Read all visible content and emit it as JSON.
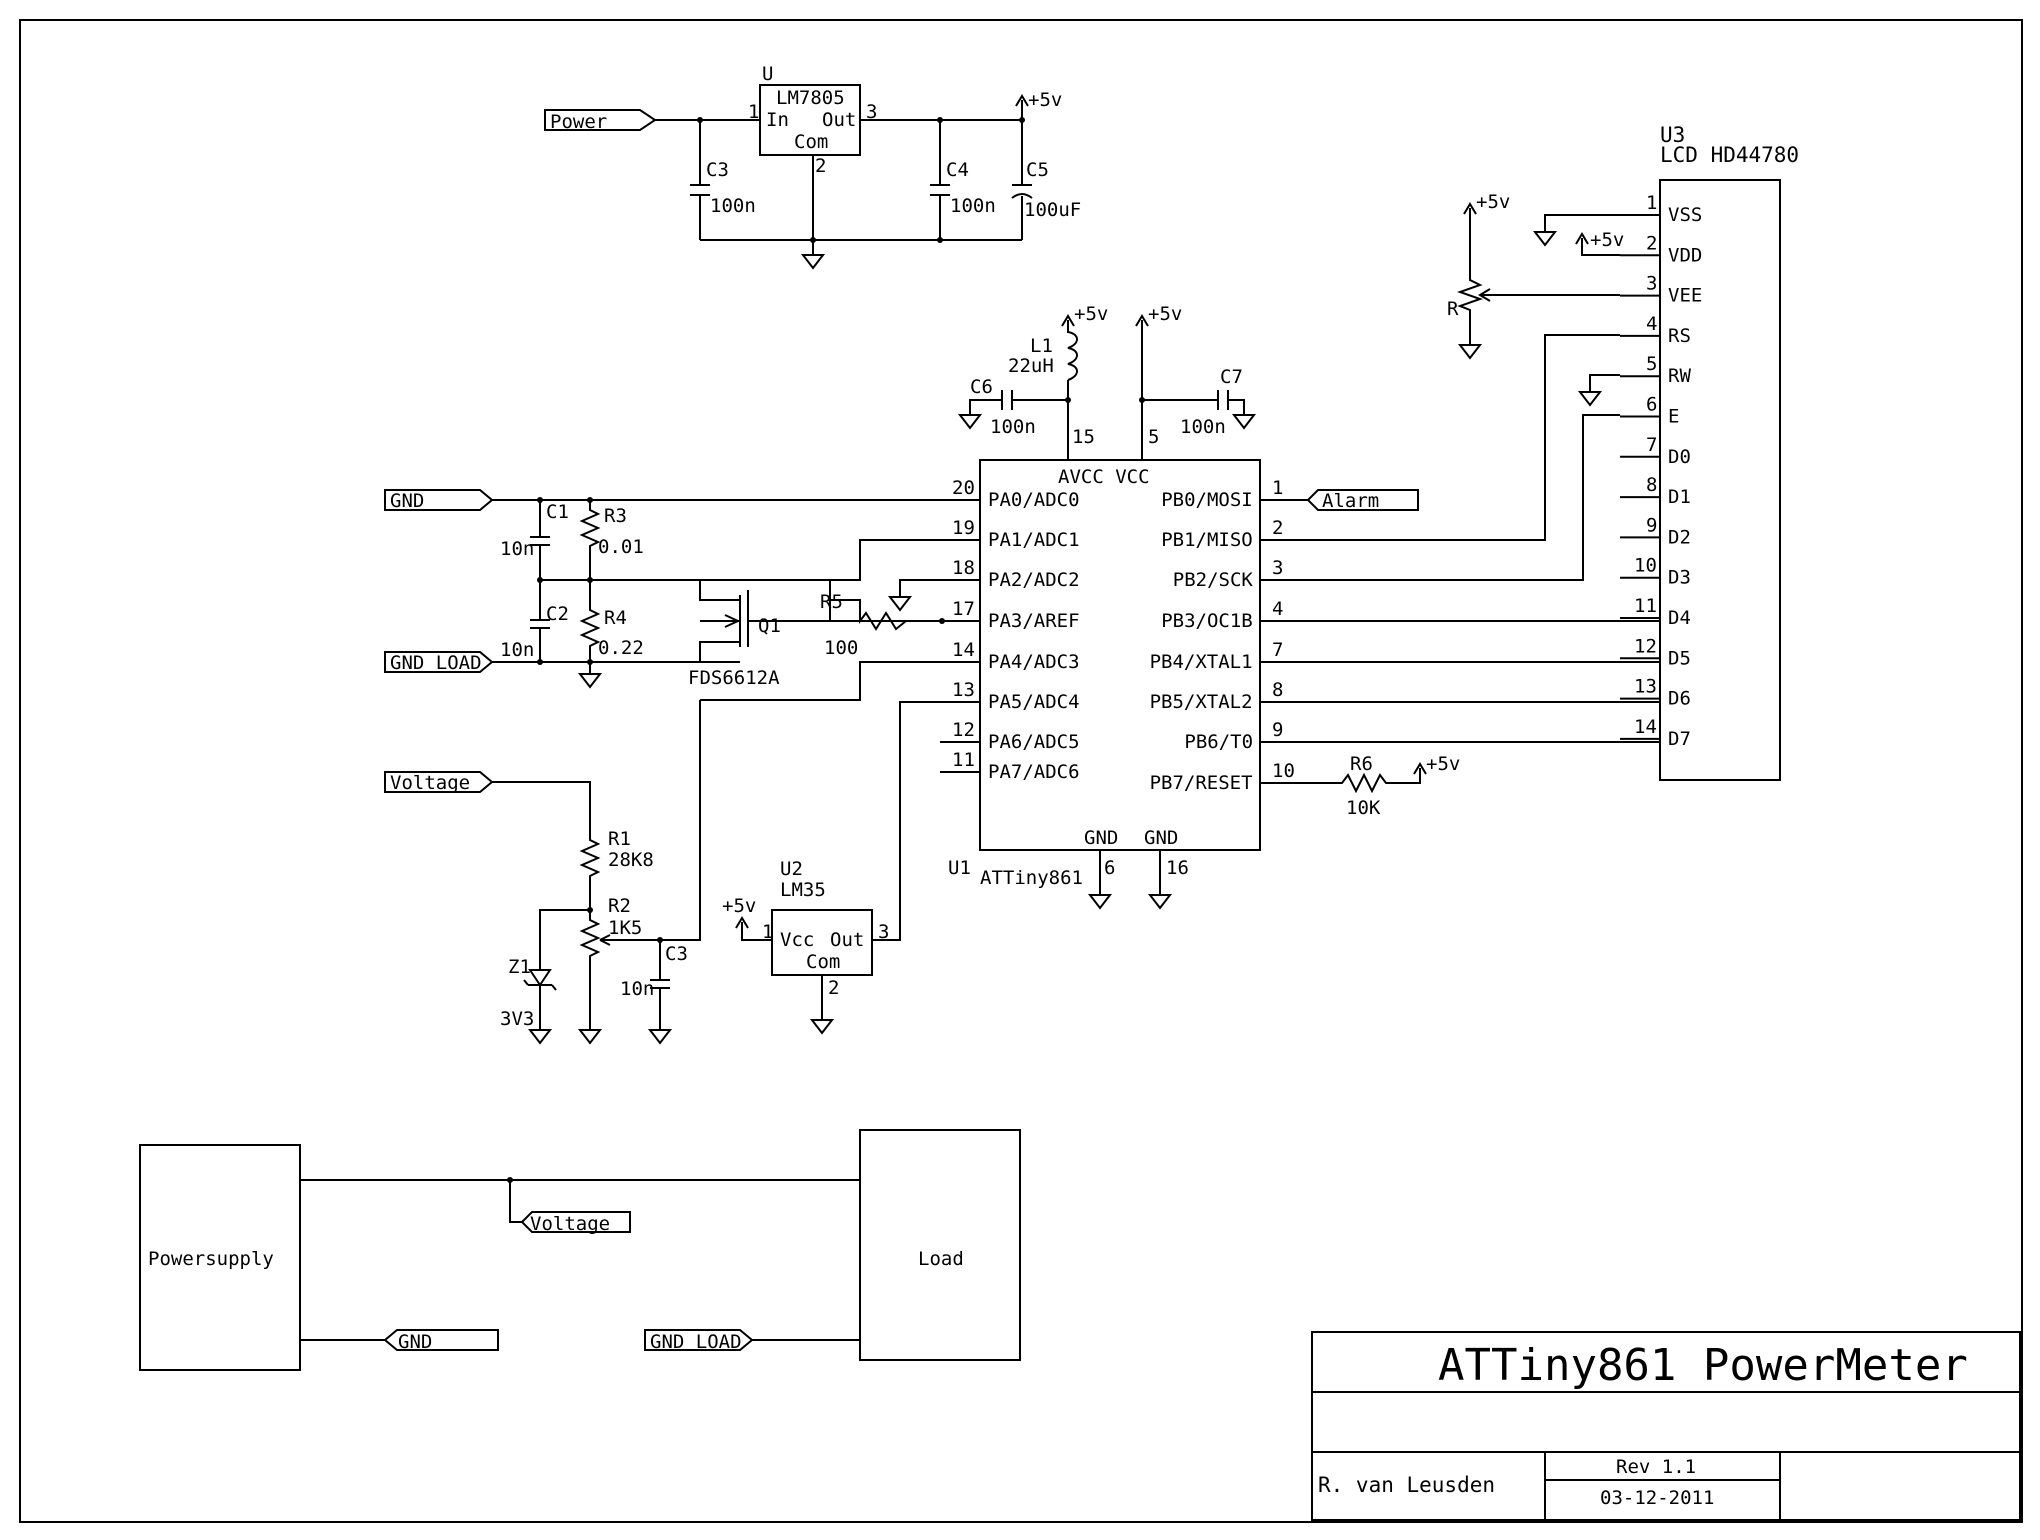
{
  "regulator": {
    "ref": "U",
    "part": "LM7805",
    "pin_in": "In",
    "pin_out": "Out",
    "pin_com": "Com",
    "p1": "1",
    "p2": "2",
    "p3": "3"
  },
  "power_label": "Power",
  "plus5": "+5v",
  "caps": {
    "C3a": {
      "ref": "C3",
      "val": "100n"
    },
    "C4": {
      "ref": "C4",
      "val": "100n"
    },
    "C5": {
      "ref": "C5",
      "val": "100uF"
    },
    "C6": {
      "ref": "C6",
      "val": "100n"
    },
    "C7": {
      "ref": "C7",
      "val": "100n"
    },
    "C1": {
      "ref": "C1",
      "val": "10n"
    },
    "C2": {
      "ref": "C2",
      "val": "10n"
    },
    "C3b": {
      "ref": "C3",
      "val": "10n"
    }
  },
  "L1": {
    "ref": "L1",
    "val": "22uH"
  },
  "mcu": {
    "ref": "U1",
    "part": "ATTiny861",
    "top_label": "AVCC VCC",
    "left_pins": [
      {
        "num": "20",
        "name": "PA0/ADC0"
      },
      {
        "num": "19",
        "name": "PA1/ADC1"
      },
      {
        "num": "18",
        "name": "PA2/ADC2"
      },
      {
        "num": "17",
        "name": "PA3/AREF"
      },
      {
        "num": "14",
        "name": "PA4/ADC3"
      },
      {
        "num": "13",
        "name": "PA5/ADC4"
      },
      {
        "num": "12",
        "name": "PA6/ADC5"
      },
      {
        "num": "11",
        "name": "PA7/ADC6"
      }
    ],
    "right_pins": [
      {
        "num": "1",
        "name": "PB0/MOSI"
      },
      {
        "num": "2",
        "name": "PB1/MISO"
      },
      {
        "num": "3",
        "name": "PB2/SCK"
      },
      {
        "num": "4",
        "name": "PB3/OC1B"
      },
      {
        "num": "7",
        "name": "PB4/XTAL1"
      },
      {
        "num": "8",
        "name": "PB5/XTAL2"
      },
      {
        "num": "9",
        "name": "PB6/T0"
      },
      {
        "num": "10",
        "name": "PB7/RESET"
      }
    ],
    "pin15": "15",
    "pin5": "5",
    "gnd1": "GND",
    "gnd2": "GND",
    "pin6": "6",
    "pin16": "16"
  },
  "lcd": {
    "ref": "U3",
    "part": "LCD HD44780",
    "pins": [
      {
        "num": "1",
        "name": "VSS"
      },
      {
        "num": "2",
        "name": "VDD"
      },
      {
        "num": "3",
        "name": "VEE"
      },
      {
        "num": "4",
        "name": "RS"
      },
      {
        "num": "5",
        "name": "RW"
      },
      {
        "num": "6",
        "name": "E"
      },
      {
        "num": "7",
        "name": "D0"
      },
      {
        "num": "8",
        "name": "D1"
      },
      {
        "num": "9",
        "name": "D2"
      },
      {
        "num": "10",
        "name": "D3"
      },
      {
        "num": "11",
        "name": "D4"
      },
      {
        "num": "12",
        "name": "D5"
      },
      {
        "num": "13",
        "name": "D6"
      },
      {
        "num": "14",
        "name": "D7"
      }
    ],
    "pot": "R"
  },
  "alarm_label": "Alarm",
  "gnd_label": "GND",
  "gnd_load_label": "GND LOAD",
  "voltage_label": "Voltage",
  "R3": {
    "ref": "R3",
    "val": "0.01"
  },
  "R4": {
    "ref": "R4",
    "val": "0.22"
  },
  "R5": {
    "ref": "R5",
    "val": "100"
  },
  "R6": {
    "ref": "R6",
    "val": "10K"
  },
  "R1": {
    "ref": "R1",
    "val": "28K8"
  },
  "R2": {
    "ref": "R2",
    "val": "1K5"
  },
  "Q1": {
    "ref": "Q1",
    "part": "FDS6612A"
  },
  "Z1": {
    "ref": "Z1",
    "val": "3V3"
  },
  "U2": {
    "ref": "U2",
    "part": "LM35",
    "vcc": "Vcc",
    "out": "Out",
    "com": "Com",
    "p1": "1",
    "p2": "2",
    "p3": "3"
  },
  "block": {
    "supply": "Powersupply",
    "load": "Load"
  },
  "title_block": {
    "title": "ATTiny861 PowerMeter",
    "author": "R. van Leusden",
    "rev": "Rev 1.1",
    "date": "03-12-2011"
  }
}
